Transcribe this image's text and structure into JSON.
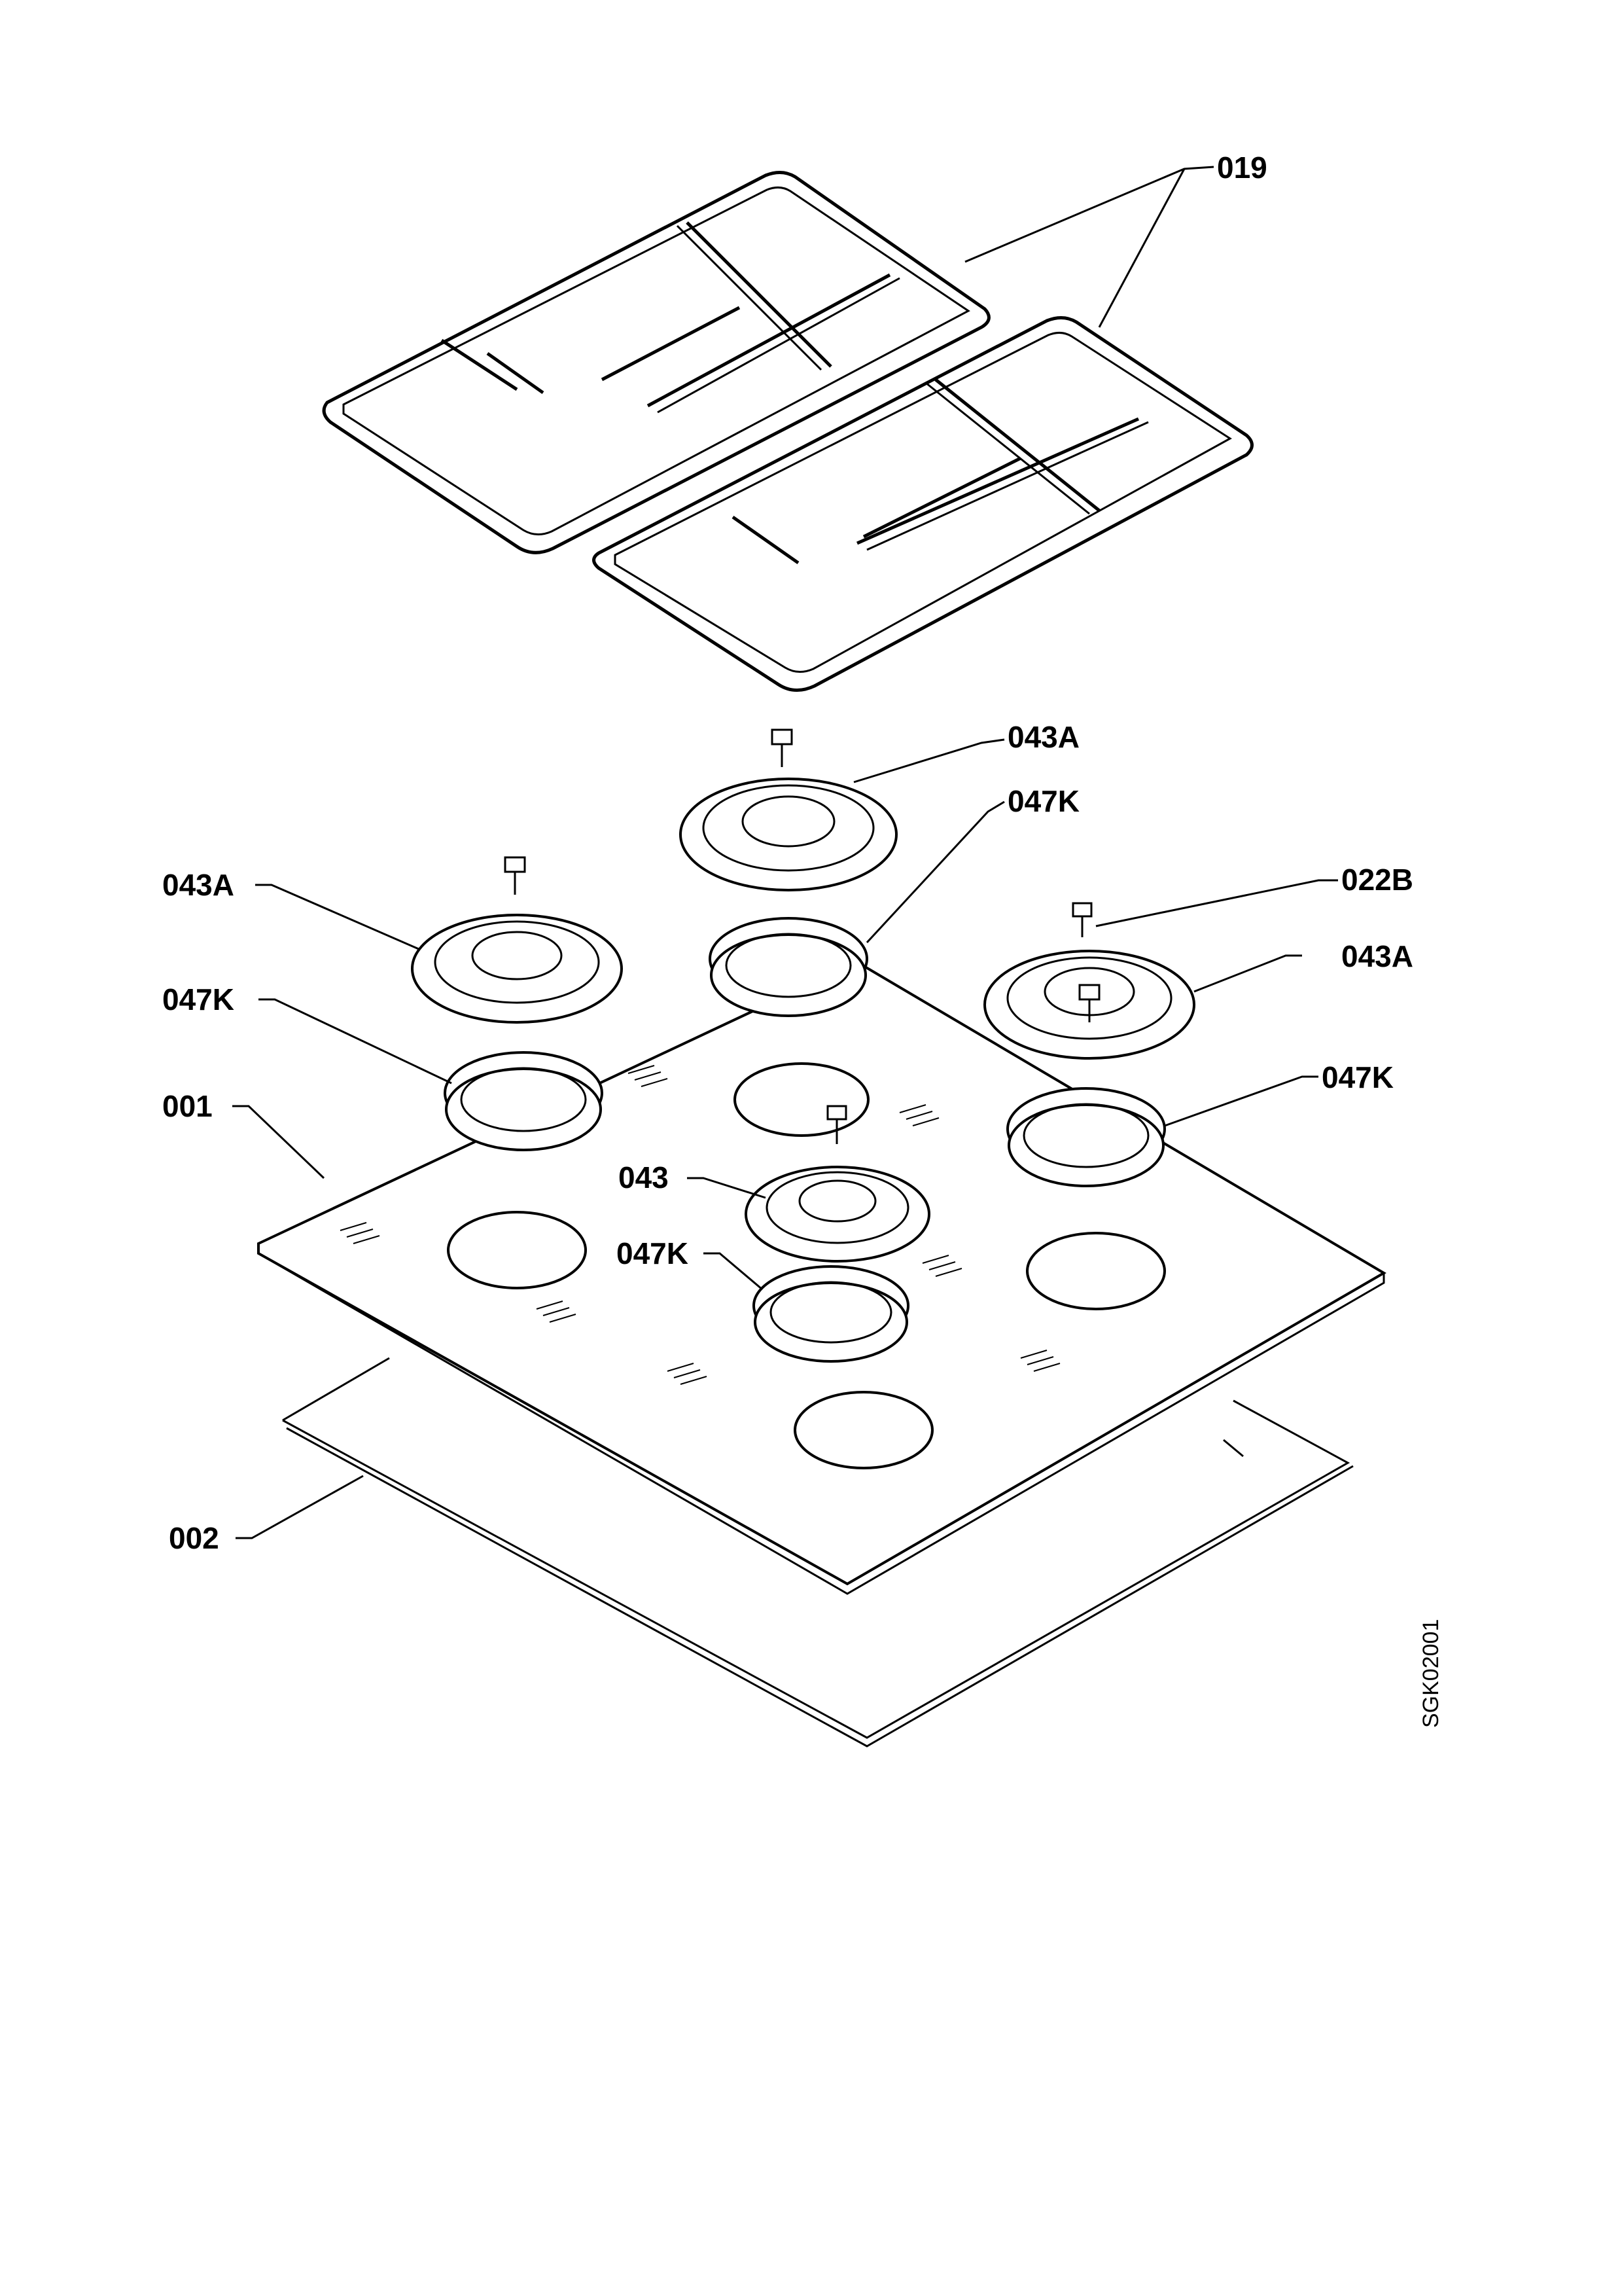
{
  "labels": {
    "pan_supports": "019",
    "burner_cap_rear": "043A",
    "burner_ring_rear": "047K",
    "burner_cap_left": "043A",
    "burner_ring_left": "047K",
    "screw": "022B",
    "burner_cap_right": "043A",
    "burner_ring_right": "047K",
    "hob_top": "001",
    "burner_cap_center": "043",
    "burner_ring_center": "047K",
    "gasket": "002"
  },
  "drawing_code": "SGK02001"
}
